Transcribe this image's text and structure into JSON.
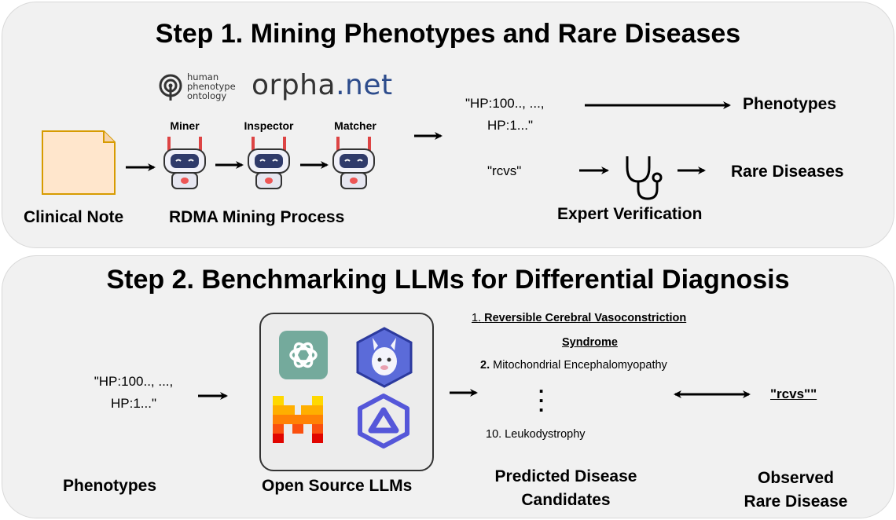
{
  "step1": {
    "title": "Step 1. Mining Phenotypes and Rare Diseases",
    "logos": {
      "hpo_lines": [
        "human",
        "phenotype",
        "ontology"
      ],
      "orphanet_a": "orpha",
      "orphanet_b": ".net"
    },
    "agents": [
      "Miner",
      "Inspector",
      "Matcher"
    ],
    "clinical_note_label": "Clinical Note",
    "process_label": "RDMA Mining Process",
    "hp_codes_line1": "\"HP:100.., ...,",
    "hp_codes_line2": "HP:1...\"",
    "rcvs_code": "\"rcvs\"",
    "output_phenotypes": "Phenotypes",
    "output_rare_diseases": "Rare Diseases",
    "expert_label": "Expert Verification"
  },
  "step2": {
    "title": "Step 2. Benchmarking LLMs for Differential Diagnosis",
    "hp_codes_line1": "\"HP:100.., ...,",
    "hp_codes_line2": "HP:1...\"",
    "phenotypes_label": "Phenotypes",
    "llm_label": "Open Source LLMs",
    "candidate1_num": "1.",
    "candidate1_line1": "Reversible Cerebral Vasoconstriction",
    "candidate1_line2": "Syndrome",
    "candidate2_num": "2.",
    "candidate2": "Mitochondrial Encephalomyopathy",
    "ellipsis": ".\n.\n.",
    "candidate10": "10. Leukodystrophy",
    "predicted_line1": "Predicted Disease",
    "predicted_line2": "Candidates",
    "observed_code": "\"rcvs\"\"",
    "observed_line1": "Observed",
    "observed_line2": "Rare Disease"
  }
}
